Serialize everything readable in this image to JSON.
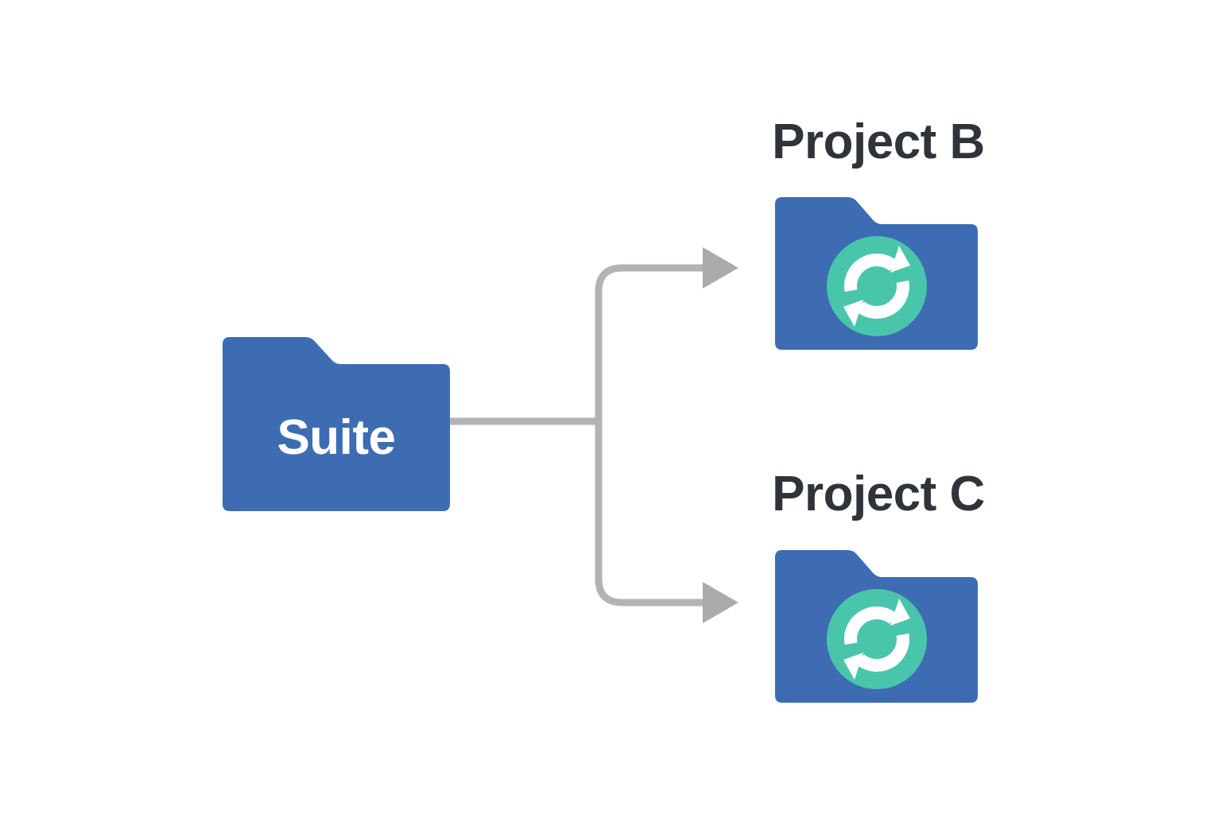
{
  "nodes": {
    "suite": {
      "label": "Suite",
      "type": "folder"
    },
    "project_b": {
      "label": "Project B",
      "type": "folder",
      "badge_icon": "sync-icon"
    },
    "project_c": {
      "label": "Project C",
      "type": "folder",
      "badge_icon": "sync-icon"
    }
  },
  "connections": [
    {
      "from": "Suite",
      "to": "Project B",
      "arrowhead": true
    },
    {
      "from": "Suite",
      "to": "Project C",
      "arrowhead": true
    }
  ],
  "colors": {
    "folder_blue": "#3D6CB3",
    "sync_badge_teal": "#49C5AC",
    "sync_glyph": "#FFFFFF",
    "connector_gray": "#B3B3B5",
    "arrowhead_gray": "#ABABAD",
    "label_text": "#2F343B",
    "suite_label_text": "#FFFFFF",
    "background": "#FFFFFF"
  }
}
